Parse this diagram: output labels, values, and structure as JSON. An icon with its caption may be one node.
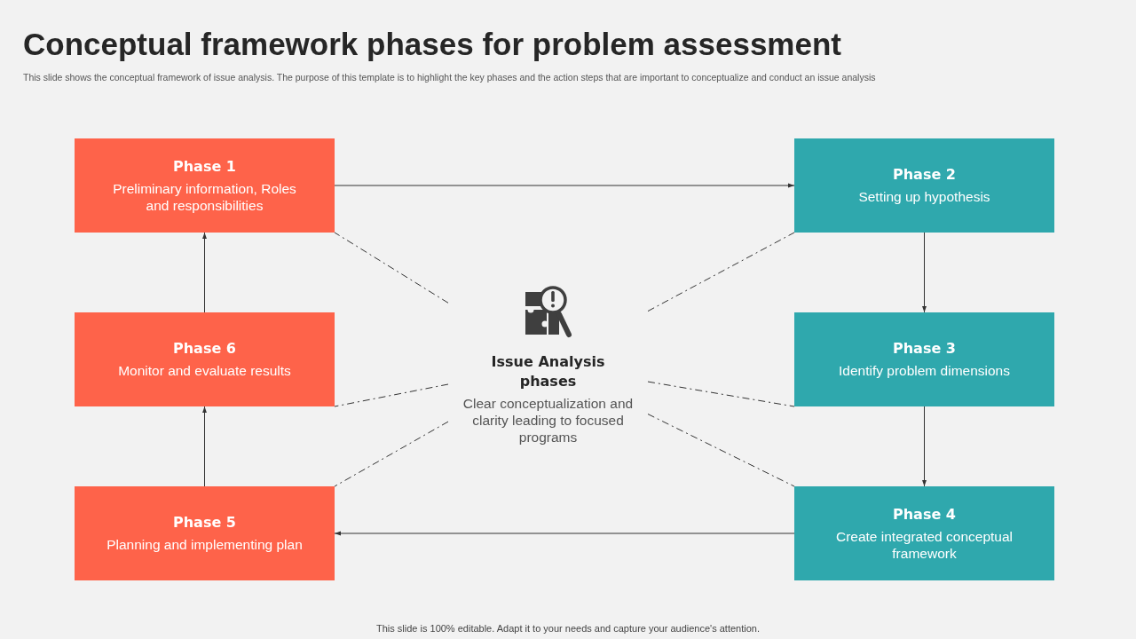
{
  "diagram": {
    "title": "Conceptual framework phases for problem assessment",
    "caption": "This slide is 100% editable. Adapt it to your needs and capture your audience's attention.",
    "nodes": [
      {
        "text": [
          "Phase 1",
          "Preliminary information, Roles and responsibilities"
        ]
      },
      {
        "text": [
          "Phase 2",
          "Setting up hypothesis"
        ]
      },
      {
        "text": [
          "Issue Analysis phases",
          "Clear conceptualization and clarity leading to focused programs"
        ]
      },
      {
        "text": [
          "Phase 6",
          "Monitor and evaluate results"
        ]
      },
      {
        "text": [
          "Phase 3",
          "Identify problem dimensions"
        ]
      },
      {
        "text": [
          "Phase 5",
          "Planning and implementing plan"
        ]
      },
      {
        "text": [
          "Phase 4",
          "Create integrated conceptual framework"
        ]
      }
    ],
    "edges": [
      {
        "from": 0,
        "to": 1,
        "arrow": "to"
      },
      {
        "from": 1,
        "to": 4,
        "arrow": "to"
      },
      {
        "from": 4,
        "to": 6,
        "arrow": "to"
      },
      {
        "from": 6,
        "to": 5,
        "arrow": "to"
      },
      {
        "from": 5,
        "to": 3,
        "arrow": "to"
      },
      {
        "from": 3,
        "to": 0,
        "arrow": "to"
      },
      {
        "from": 2,
        "to": 0,
        "arrow": "none",
        "style": "dashed"
      },
      {
        "from": 2,
        "to": 1,
        "arrow": "none",
        "style": "dashed"
      },
      {
        "from": 2,
        "to": 3,
        "arrow": "none",
        "style": "dashed"
      },
      {
        "from": 2,
        "to": 4,
        "arrow": "none",
        "style": "dashed"
      },
      {
        "from": 2,
        "to": 5,
        "arrow": "none",
        "style": "dashed"
      },
      {
        "from": 2,
        "to": 6,
        "arrow": "none",
        "style": "dashed"
      }
    ],
    "labels": [
      "This slide shows the conceptual framework of issue analysis. The purpose of this template is to highlight the key phases and the action steps that are important to conceptualize and conduct an issue analysis"
    ]
  }
}
